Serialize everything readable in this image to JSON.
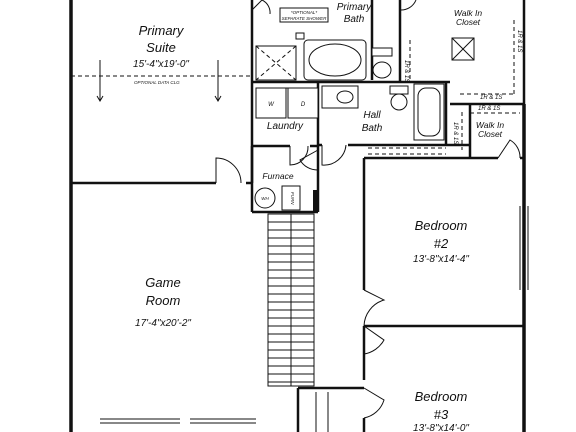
{
  "rooms": {
    "primary_suite": {
      "name_line1": "Primary",
      "name_line2": "Suite",
      "dims": "15'-4\"x19'-0\""
    },
    "primary_bath": {
      "name_line1": "Primary",
      "name_line2": "Bath"
    },
    "walk_in_closet_primary": {
      "name_line1": "Walk In",
      "name_line2": "Closet"
    },
    "laundry": {
      "name": "Laundry",
      "washer": "W",
      "dryer": "D"
    },
    "hall_bath": {
      "name_line1": "Hall",
      "name_line2": "Bath"
    },
    "walk_in_closet_hall": {
      "name_line1": "Walk In",
      "name_line2": "Closet"
    },
    "furnace": {
      "name": "Furnace",
      "water_heater": "WH",
      "unit": "FURN"
    },
    "game_room": {
      "name_line1": "Game",
      "name_line2": "Room",
      "dims": "17'-4\"x20'-2\""
    },
    "bedroom2": {
      "name_line1": "Bedroom",
      "name_line2": "#2",
      "dims": "13'-8\"x14'-4\""
    },
    "bedroom3": {
      "name_line1": "Bedroom",
      "name_line2": "#3",
      "dims": "13'-8\"x14'-0\""
    }
  },
  "annotations": {
    "optional_shower_line1": "*OPTIONAL*",
    "optional_shower_line2": "SEPARATE SHOWER",
    "optional_ceiling": "OPTIONAL DATA CLG",
    "shelf_rod_1": "1R & 1S",
    "shelf_rod_2": "1R & 1S",
    "shelf_rod_3": "1R & 1S",
    "shelf_rod_4": "1R & 1S",
    "shelf_rod_5": "1R & 1S"
  }
}
